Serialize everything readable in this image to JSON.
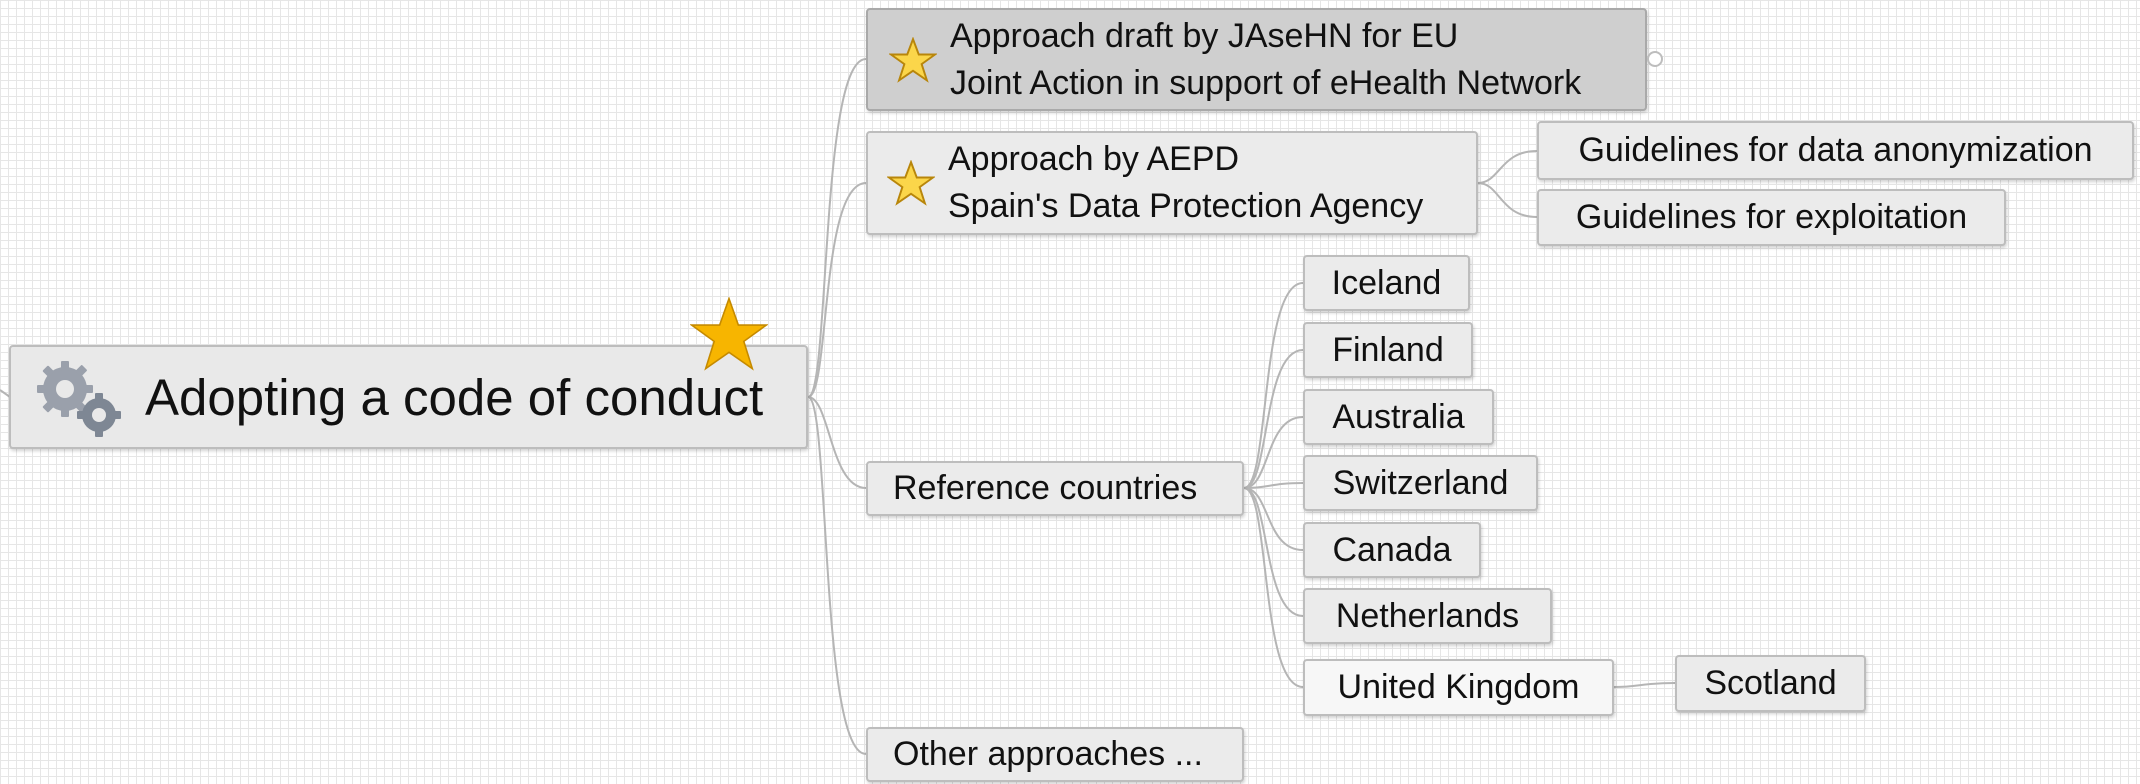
{
  "mindmap": {
    "root": {
      "label": "Adopting a code of conduct",
      "icon": "gears-icon",
      "marker": "star-icon"
    },
    "branches": {
      "jasehn": {
        "line1": "Approach draft by JAseHN for EU",
        "line2": "Joint Action in support of eHealth Network",
        "icon": "star-icon"
      },
      "aepd": {
        "line1": "Approach by AEPD",
        "line2": "Spain's Data Protection Agency",
        "icon": "star-icon",
        "children": [
          "Guidelines for data anonymization",
          "Guidelines for exploitation"
        ]
      },
      "reference": {
        "label": "Reference countries",
        "children": [
          "Iceland",
          "Finland",
          "Australia",
          "Switzerland",
          "Canada",
          "Netherlands",
          "United Kingdom"
        ],
        "uk_child": "Scotland"
      },
      "other": {
        "label": "Other approaches ..."
      }
    },
    "colors": {
      "node_fill": "#ebebeb",
      "selected_fill": "#cfcfcf",
      "node_border": "#bdbdbd",
      "star_gold": "#f7b500",
      "connector": "#b5b5b5"
    }
  }
}
